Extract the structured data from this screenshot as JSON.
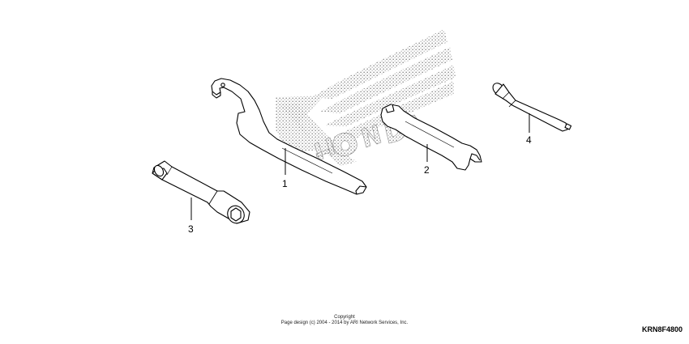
{
  "watermark": {
    "brand_text": "HONDA",
    "logo": "honda-wing-logo"
  },
  "parts": [
    {
      "callout": "1",
      "name": "pin-spanner-wrench"
    },
    {
      "callout": "2",
      "name": "open-end-wrench"
    },
    {
      "callout": "3",
      "name": "spark-plug-socket-wrench"
    },
    {
      "callout": "4",
      "name": "screwdriver-handle"
    }
  ],
  "copyright": {
    "line1": "Copyright",
    "line2": "Page design (c) 2004 - 2014 by ARI Network Services, Inc."
  },
  "drawing_code": "KRN8F4800"
}
